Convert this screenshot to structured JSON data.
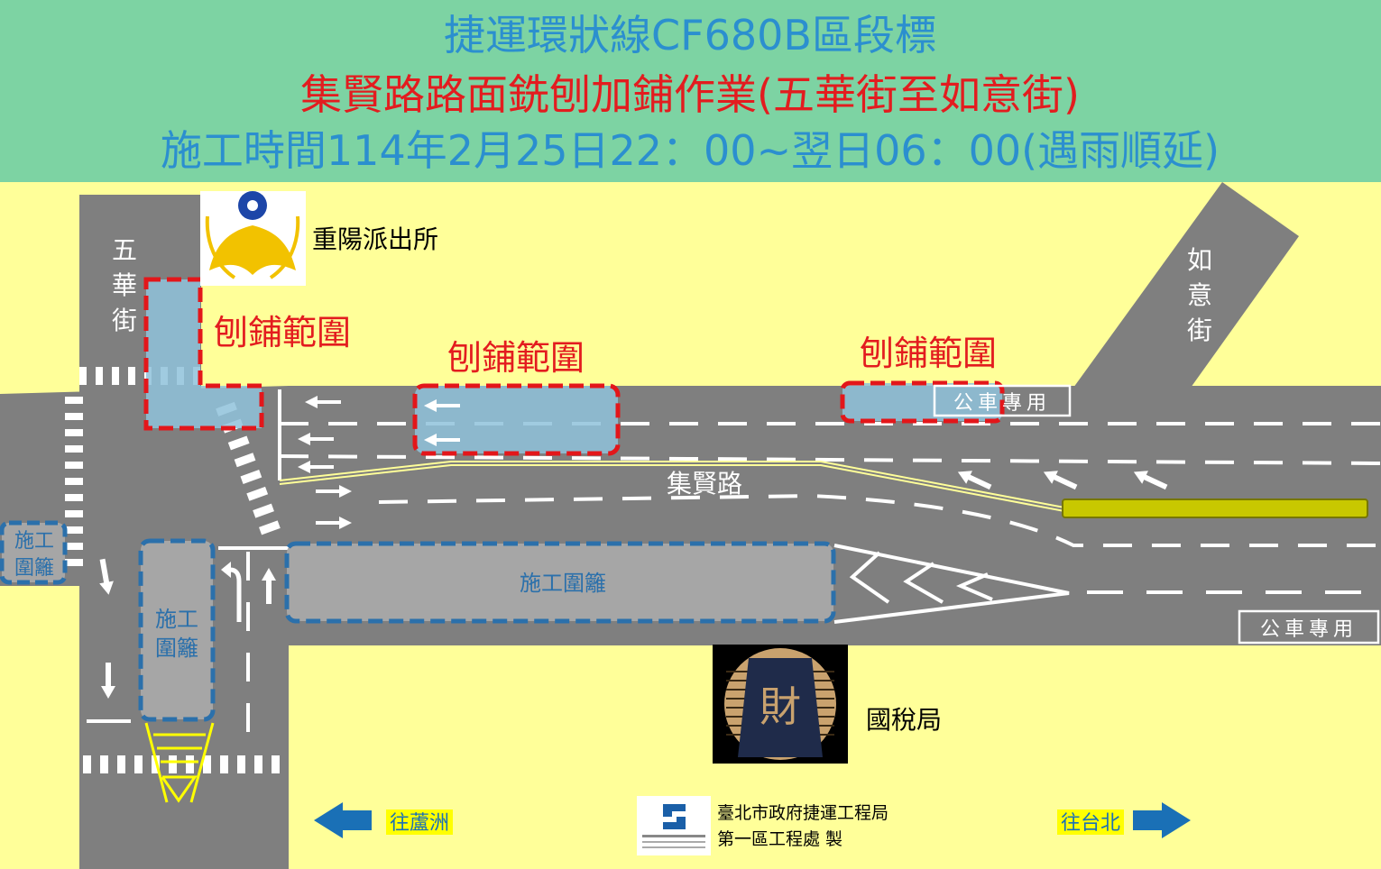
{
  "header": {
    "line1": "捷運環狀線CF680B區段標",
    "line2": "集賢路路面銑刨加鋪作業(五華街至如意街)",
    "line3": "施工時間114年2月25日22：00~翌日06：00(遇雨順延)"
  },
  "roads": {
    "wuhua": [
      "五",
      "華",
      "街"
    ],
    "ruyi": [
      "如",
      "意",
      "街"
    ],
    "jixian": "集賢路"
  },
  "landmarks": {
    "police": "重陽派出所",
    "tax": "國稅局",
    "tax_emblem_char": "財"
  },
  "zones": {
    "milling": [
      "刨鋪範圍",
      "刨鋪範圍",
      "刨鋪範圍"
    ],
    "fence_main": "施工圍籬",
    "fence_v": [
      "施工",
      "圍籬"
    ],
    "fence_left": [
      "施工",
      "圍籬"
    ]
  },
  "bus_lane": [
    "公車專用",
    "公車專用"
  ],
  "directions": {
    "west": "往蘆洲",
    "east": "往台北"
  },
  "footer": {
    "agency": "臺北市政府捷運工程局",
    "office": "第一區工程處 製"
  },
  "colors": {
    "header_bg": "#7dd3a3",
    "background": "#ffff99",
    "road": "#7f7f7f",
    "milling_fill": "#8fc2da",
    "milling_border": "#e3161a",
    "fence_fill": "#a6a6a6",
    "fence_border": "#2b70ab",
    "line1_color": "#2b8fcf",
    "line2_color": "#e31c1f",
    "median_bar": "#c8c800",
    "arrow_blue": "#1a70b6"
  }
}
